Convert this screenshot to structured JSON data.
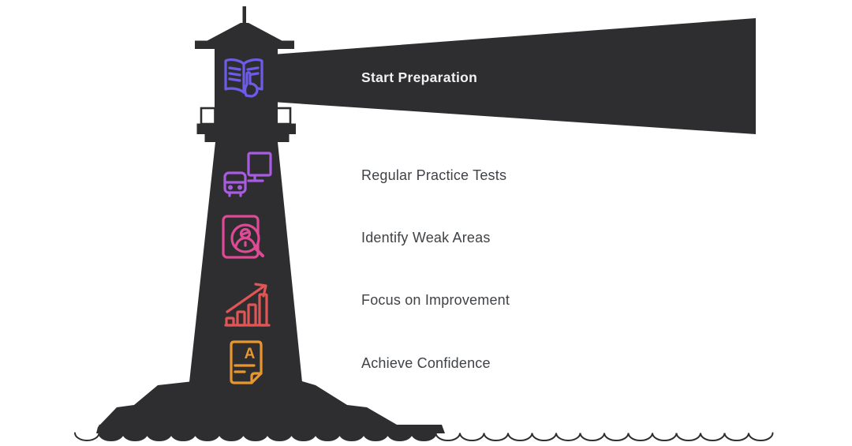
{
  "diagram": {
    "type": "lighthouse-roadmap",
    "steps": [
      {
        "label": "Start Preparation",
        "icon": "open-book-hand-icon",
        "color": "#6c5ce7",
        "highlighted": true
      },
      {
        "label": "Regular Practice Tests",
        "icon": "monitor-quiz-icon",
        "color": "#a85ce0",
        "highlighted": false
      },
      {
        "label": "Identify Weak Areas",
        "icon": "profile-magnifier-icon",
        "color": "#df4a96",
        "highlighted": false
      },
      {
        "label": "Focus on Improvement",
        "icon": "growth-bar-chart-icon",
        "color": "#e05555",
        "highlighted": false
      },
      {
        "label": "Achieve Confidence",
        "icon": "graded-paper-icon",
        "color": "#e8962e",
        "highlighted": false
      }
    ],
    "grade_letter": "A",
    "colors": {
      "silhouette": "#2e2e30",
      "beam_label_text": "#f2f2f2",
      "step_label_text": "#3f4246",
      "background": "#ffffff"
    }
  }
}
